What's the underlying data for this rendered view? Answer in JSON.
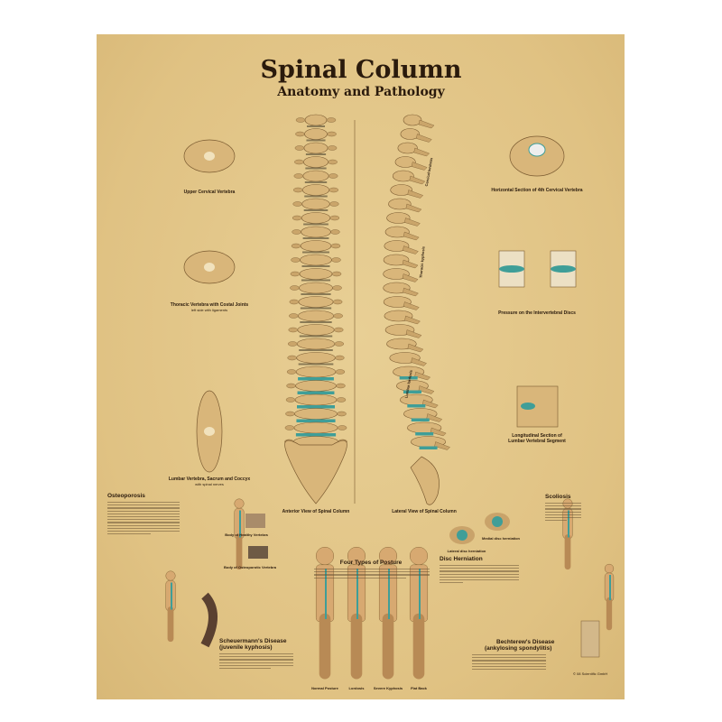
{
  "title": "Spinal Column",
  "subtitle": "Anatomy and Pathology",
  "colors": {
    "paper": "#e0c283",
    "bone": "#d9b67a",
    "disc": "#3f9e98",
    "ink": "#2a1a0c"
  },
  "captions": {
    "upper_cervical": "Upper Cervical Vertebra",
    "thoracic": "Thoracic Vertebra with Costal Joints",
    "thoracic_sub": "left side with ligaments",
    "lumbar": "Lumbar Vertebra, Sacrum and Coccyx",
    "lumbar_sub": "with spinal nerves",
    "anterior": "Anterior View of Spinal Column",
    "lateral": "Lateral View of Spinal Column",
    "horizontal": "Horizontal Section of 4th Cervical Vertebra",
    "pressure": "Pressure on the Intervertebral Discs",
    "longitudinal": "Longitudinal Section of",
    "longitudinal2": "Lumbar Vertebral Segment"
  },
  "regions": {
    "cervical": "Cervical lordosis",
    "thoracic": "Thoracic kyphosis",
    "lumbar": "Lumbar lordosis"
  },
  "sections": {
    "osteoporosis": "Osteoporosis",
    "healthy": "Body of Healthy Vertebra",
    "osteoporotic": "Body of Osteoporotic Vertebra",
    "posture": "Four Types of Posture",
    "postures": [
      "Normal Posture",
      "Lordosis",
      "Severe Kyphosis",
      "Flat Back"
    ],
    "lateral_disc": "Lateral disc herniation",
    "medial_disc": "Medial disc herniation",
    "disc_herniation": "Disc Herniation",
    "scoliosis": "Scoliosis",
    "scheuermann": "Scheuermann's Disease",
    "scheuermann2": "(juvenile kyphosis)",
    "bechterew": "Bechterew's Disease",
    "bechterew2": "(ankylosing spondylitis)",
    "copyright": "© 08 Scientific GmbH"
  }
}
